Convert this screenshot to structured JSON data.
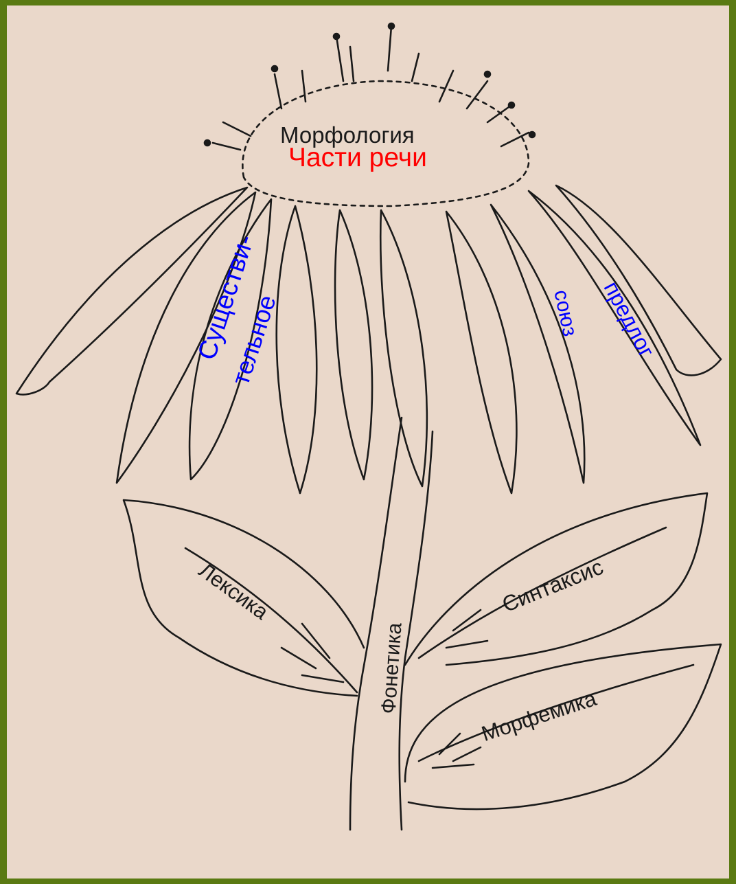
{
  "diagram": {
    "colors": {
      "border": "#5a7a12",
      "paper": "#ead8ca",
      "ink": "#1a1a1a",
      "overlay_title": "#ff0000",
      "overlay_labels": "#0000ff"
    },
    "center": {
      "printed_label": "Морфология",
      "overlay_label": "Части речи"
    },
    "petal_labels": {
      "noun_line1": "Существи-",
      "noun_line2": "тельное",
      "conjunction": "союз",
      "preposition": "предлог"
    },
    "stem_label": "Фонетика",
    "leaf_labels": {
      "left": "Лексика",
      "right_upper": "Синтаксис",
      "right_lower": "Морфемика"
    }
  }
}
